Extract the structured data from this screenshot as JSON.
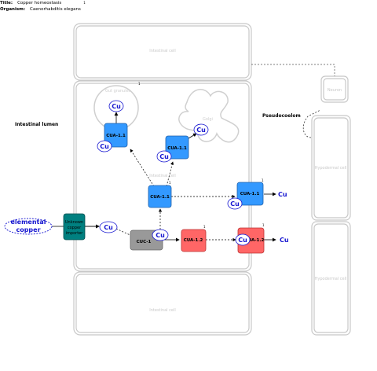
{
  "header": {
    "title_label": "Title:",
    "title_value": "Copper homeostasis",
    "organism_label": "Organism:",
    "organism_value": "Caenorhabditis elegans",
    "marker": "1"
  },
  "cells": {
    "intestinal_top": "Intestinal cell",
    "intestinal_bottom": "Intestinal cell",
    "intestinal_middle": "Intestinal cell",
    "neuron": "Neuron",
    "hypodermal_1": "Hypodermal cell",
    "hypodermal_2": "Hypodermal cell"
  },
  "compartments": {
    "gut_granules": "Gut granules",
    "golgi": "Golgi"
  },
  "regions": {
    "intestinal_lumen": "Intestinal lumen",
    "pseudocoelom": "Pseudocoelom"
  },
  "nodes": {
    "cua_gut": "CUA-1.1",
    "cua_golgi": "CUA-1.1",
    "cua_center": "CUA-1.1",
    "cua_basolateral": "CUA-1.1",
    "cuc": "CUC-1",
    "cua12_a": "CUA-1.2",
    "cua12_b": "CUA-1.2",
    "transporter_line1": "Unknown",
    "transporter_line2": "copper",
    "transporter_line3": "importer",
    "elemental_line1": "elemental",
    "elemental_line2": "copper"
  },
  "copper": {
    "symbol": "Cu"
  },
  "markers": {
    "gut": "1",
    "center": "1",
    "basolateral": "1",
    "cua12_a": "1",
    "cua12_b": "1"
  },
  "colors": {
    "cua_blue": "#3399ff",
    "cua12_red": "#ff6666",
    "cuc_gray": "#999999",
    "transporter_teal": "#008080",
    "cu_text": "#1515d0",
    "cell_outline": "#c8c8c8"
  }
}
